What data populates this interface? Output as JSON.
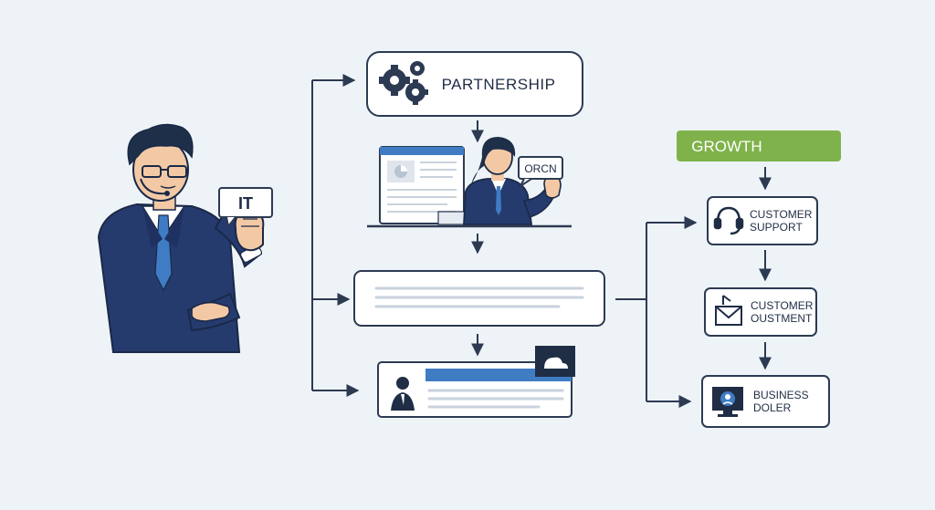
{
  "presenter": {
    "speech_bubble": "IT"
  },
  "flow": {
    "partnership": {
      "label": "PARTNERSHIP"
    },
    "meeting": {
      "speech_bubble": "ORCN"
    }
  },
  "growth": {
    "title": "GROWTH",
    "steps": [
      {
        "line1": "CUSTOMER",
        "line2": "SUPPORT",
        "icon": "headset-icon"
      },
      {
        "line1": "CUSTOMER",
        "line2": "OUSTMENT",
        "icon": "envelope-icon"
      },
      {
        "line1": "BUSINESS",
        "line2": "DOLER",
        "icon": "monitor-icon"
      }
    ]
  },
  "colors": {
    "navy": "#1f2d45",
    "suit": "#253b6e",
    "blue_accent": "#3f7cc4",
    "growth_green": "#7fb24a",
    "box_border": "#2c3a52",
    "placeholder_line": "#c9d2dd"
  }
}
